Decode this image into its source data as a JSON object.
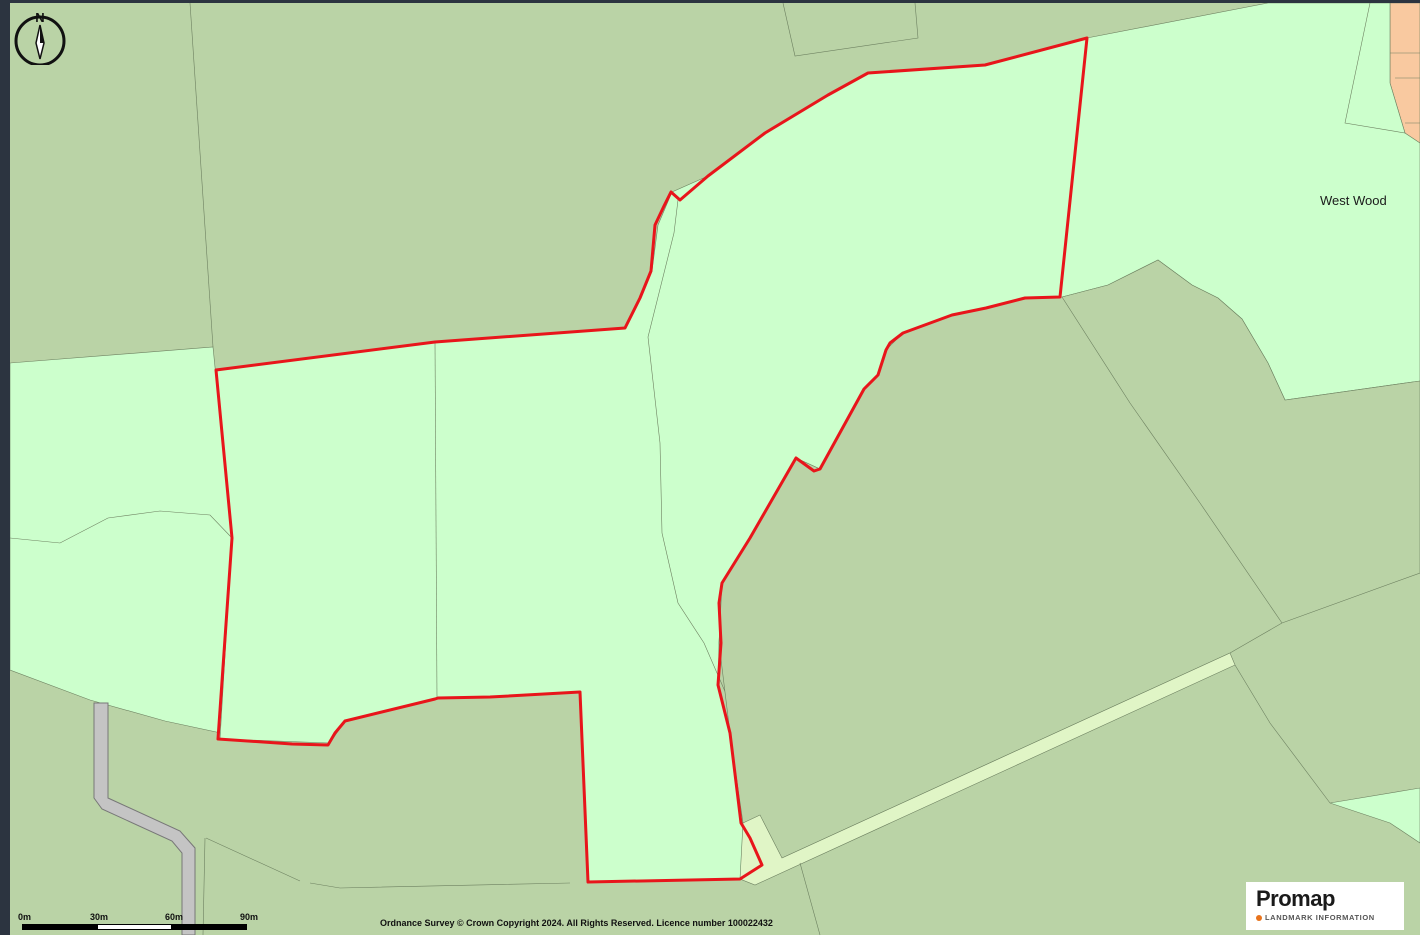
{
  "map": {
    "place_label": "West Wood",
    "north_label": "N",
    "scale_ticks": [
      "0m",
      "30m",
      "60m",
      "90m"
    ],
    "copyright": "Ordnance Survey © Crown Copyright 2024. All Rights Reserved. Licence number 100022432",
    "logo_name": "Promap",
    "logo_sub": "LANDMARK INFORMATION",
    "colors": {
      "woodland_dark": "#bad3a6",
      "woodland_light": "#ccffcc",
      "track": "#e0f5c6",
      "road_grey": "#b8b8b8",
      "building": "#f9c9a0",
      "boundary_red": "#e8151b",
      "logo_accent": "#e8731c"
    }
  }
}
